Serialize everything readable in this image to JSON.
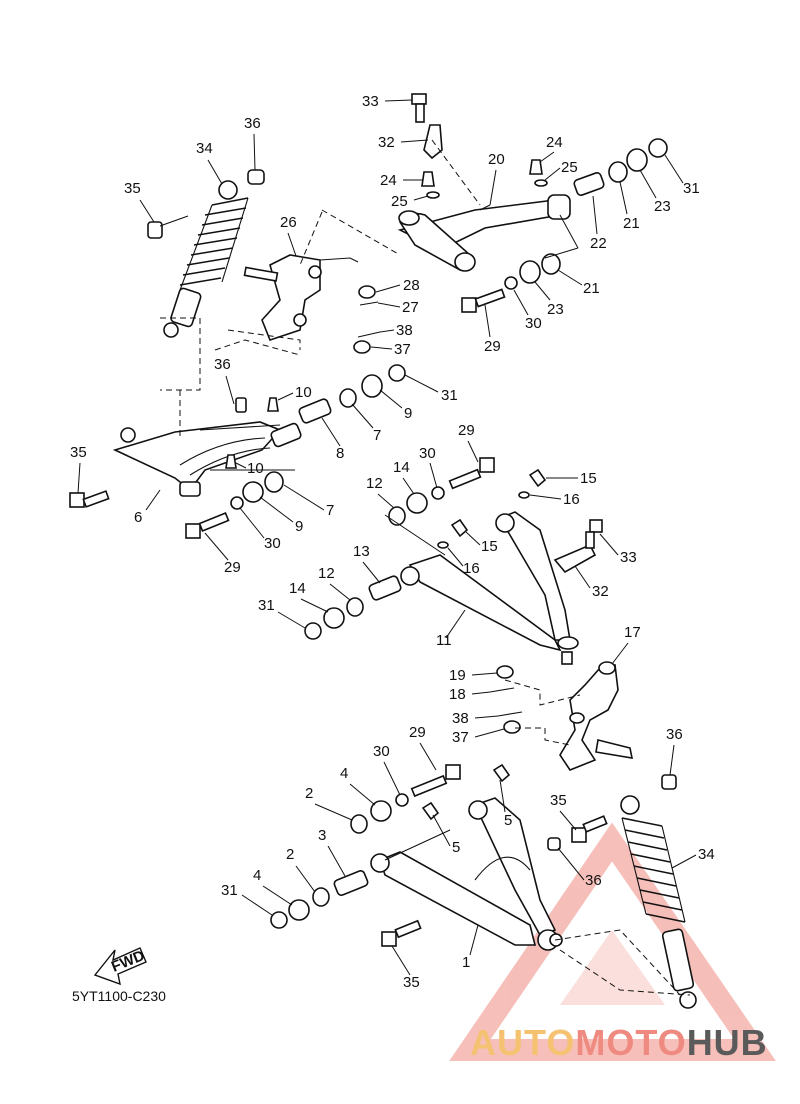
{
  "diagram_code": "5YT1100-C230",
  "fwd_label": "FWD",
  "watermark": {
    "part1": "AUTO",
    "part2": "MOTO",
    "part3": "HUB"
  },
  "colors": {
    "line": "#111111",
    "watermark_red": "#ef8a80",
    "watermark_orange": "#f4c271",
    "watermark_grey": "#5a5a5a"
  },
  "callouts": {
    "c33a": "33",
    "c32a": "32",
    "c24a": "24",
    "c25a": "25",
    "c20": "20",
    "c24b": "24",
    "c25b": "25",
    "c31a": "31",
    "c23a": "23",
    "c21a": "21",
    "c22": "22",
    "c21b": "21",
    "c23b": "23",
    "c30a": "30",
    "c29a": "29",
    "c36a": "36",
    "c34a": "34",
    "c35a": "35",
    "c26": "26",
    "c28": "28",
    "c27": "27",
    "c38a": "38",
    "c37a": "37",
    "c36b": "36",
    "c10a": "10",
    "c31b": "31",
    "c9a": "9",
    "c7a": "7",
    "c8": "8",
    "c10b": "10",
    "c35b": "35",
    "c6": "6",
    "c7b": "7",
    "c9b": "9",
    "c30b": "30",
    "c29b": "29",
    "c29c": "29",
    "c30c": "30",
    "c14a": "14",
    "c12a": "12",
    "c15a": "15",
    "c16a": "16",
    "c15b": "15",
    "c16b": "16",
    "c33b": "33",
    "c13": "13",
    "c12b": "12",
    "c14b": "14",
    "c31c": "31",
    "c32b": "32",
    "c11": "11",
    "c17": "17",
    "c19": "19",
    "c18": "18",
    "c38b": "38",
    "c37b": "37",
    "c29d": "29",
    "c36c": "36",
    "c30d": "30",
    "c4a": "4",
    "c2a": "2",
    "c35c": "35",
    "c34b": "34",
    "c5a": "5",
    "c5b": "5",
    "c3": "3",
    "c2b": "2",
    "c36d": "36",
    "c31d": "31",
    "c4b": "4",
    "c1": "1",
    "c35d": "35"
  }
}
